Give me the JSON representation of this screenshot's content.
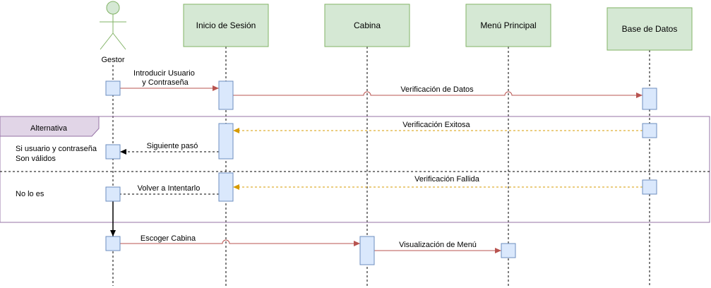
{
  "actor": {
    "name": "Gestor"
  },
  "participants": [
    {
      "label": "Inicio de Sesión"
    },
    {
      "label": "Cabina"
    },
    {
      "label": "Menú Principal"
    },
    {
      "label": "Base de Datos"
    }
  ],
  "messages": {
    "m1_line1": "Introducir Usuario",
    "m1_line2": "y Contraseña",
    "m2": "Verificación de Datos",
    "m3": "Verificación Exitosa",
    "m4": "Siguiente pasó",
    "m5": "Verificación Fallida",
    "m6": "Volver a Intentarlo",
    "m7": "Escoger Cabina",
    "m8": "Visualización de Menú"
  },
  "fragment": {
    "label": "Alternativa",
    "guard1_line1": "Si usuario y contraseña",
    "guard1_line2": "Son válidos",
    "guard2": "No lo es"
  },
  "colors": {
    "participant_fill": "#d5e8d4",
    "participant_stroke": "#82b366",
    "activation_fill": "#dae8fc",
    "activation_stroke": "#6c8ebf",
    "message_sync": "#b85450",
    "message_return_orange": "#d79b00",
    "fragment_stroke": "#9673a6",
    "fragment_tab_fill": "#e1d5e7",
    "actor_fill": "#d5e8d4",
    "actor_stroke": "#82b366"
  }
}
